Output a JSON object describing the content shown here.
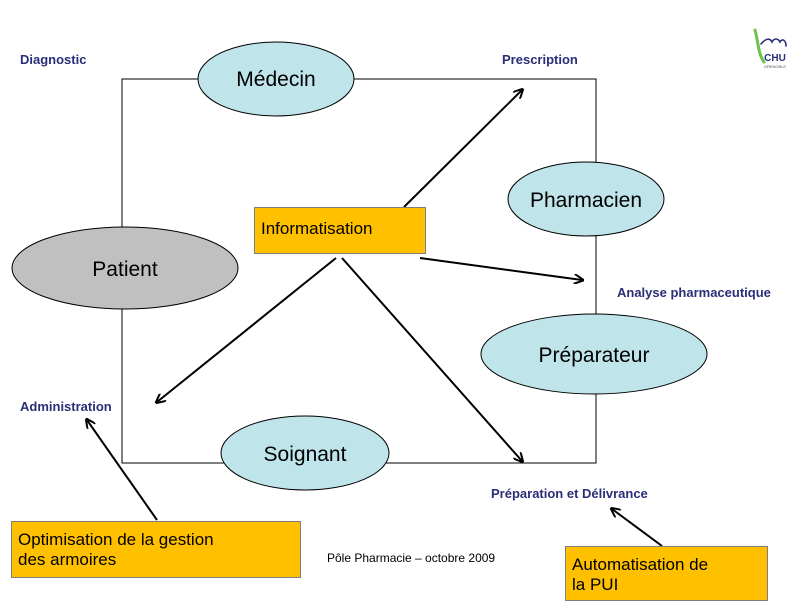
{
  "nodes": {
    "medecin": "Médecin",
    "pharmacien": "Pharmacien",
    "patient": "Patient",
    "preparateur": "Préparateur",
    "soignant": "Soignant"
  },
  "stages": {
    "diagnostic": "Diagnostic",
    "prescription": "Prescription",
    "analyse": "Analyse pharmaceutique",
    "administration": "Administration",
    "preparation": "Préparation et Délivrance"
  },
  "boxes": {
    "informatisation": "Informatisation",
    "optimisation_line1": "Optimisation de la gestion",
    "optimisation_line2": "des armoires",
    "automatisation_line1": "Automatisation de",
    "automatisation_line2": "la PUI"
  },
  "footer": "Pôle Pharmacie – octobre 2009",
  "logo": {
    "text": "CHU",
    "subtext": "GRENOBLE"
  },
  "colors": {
    "ellipse_fill": "#bfe4ea",
    "patient_fill": "#c0c0c0",
    "box_fill": "#ffc000",
    "label_color": "#2b2e78"
  }
}
